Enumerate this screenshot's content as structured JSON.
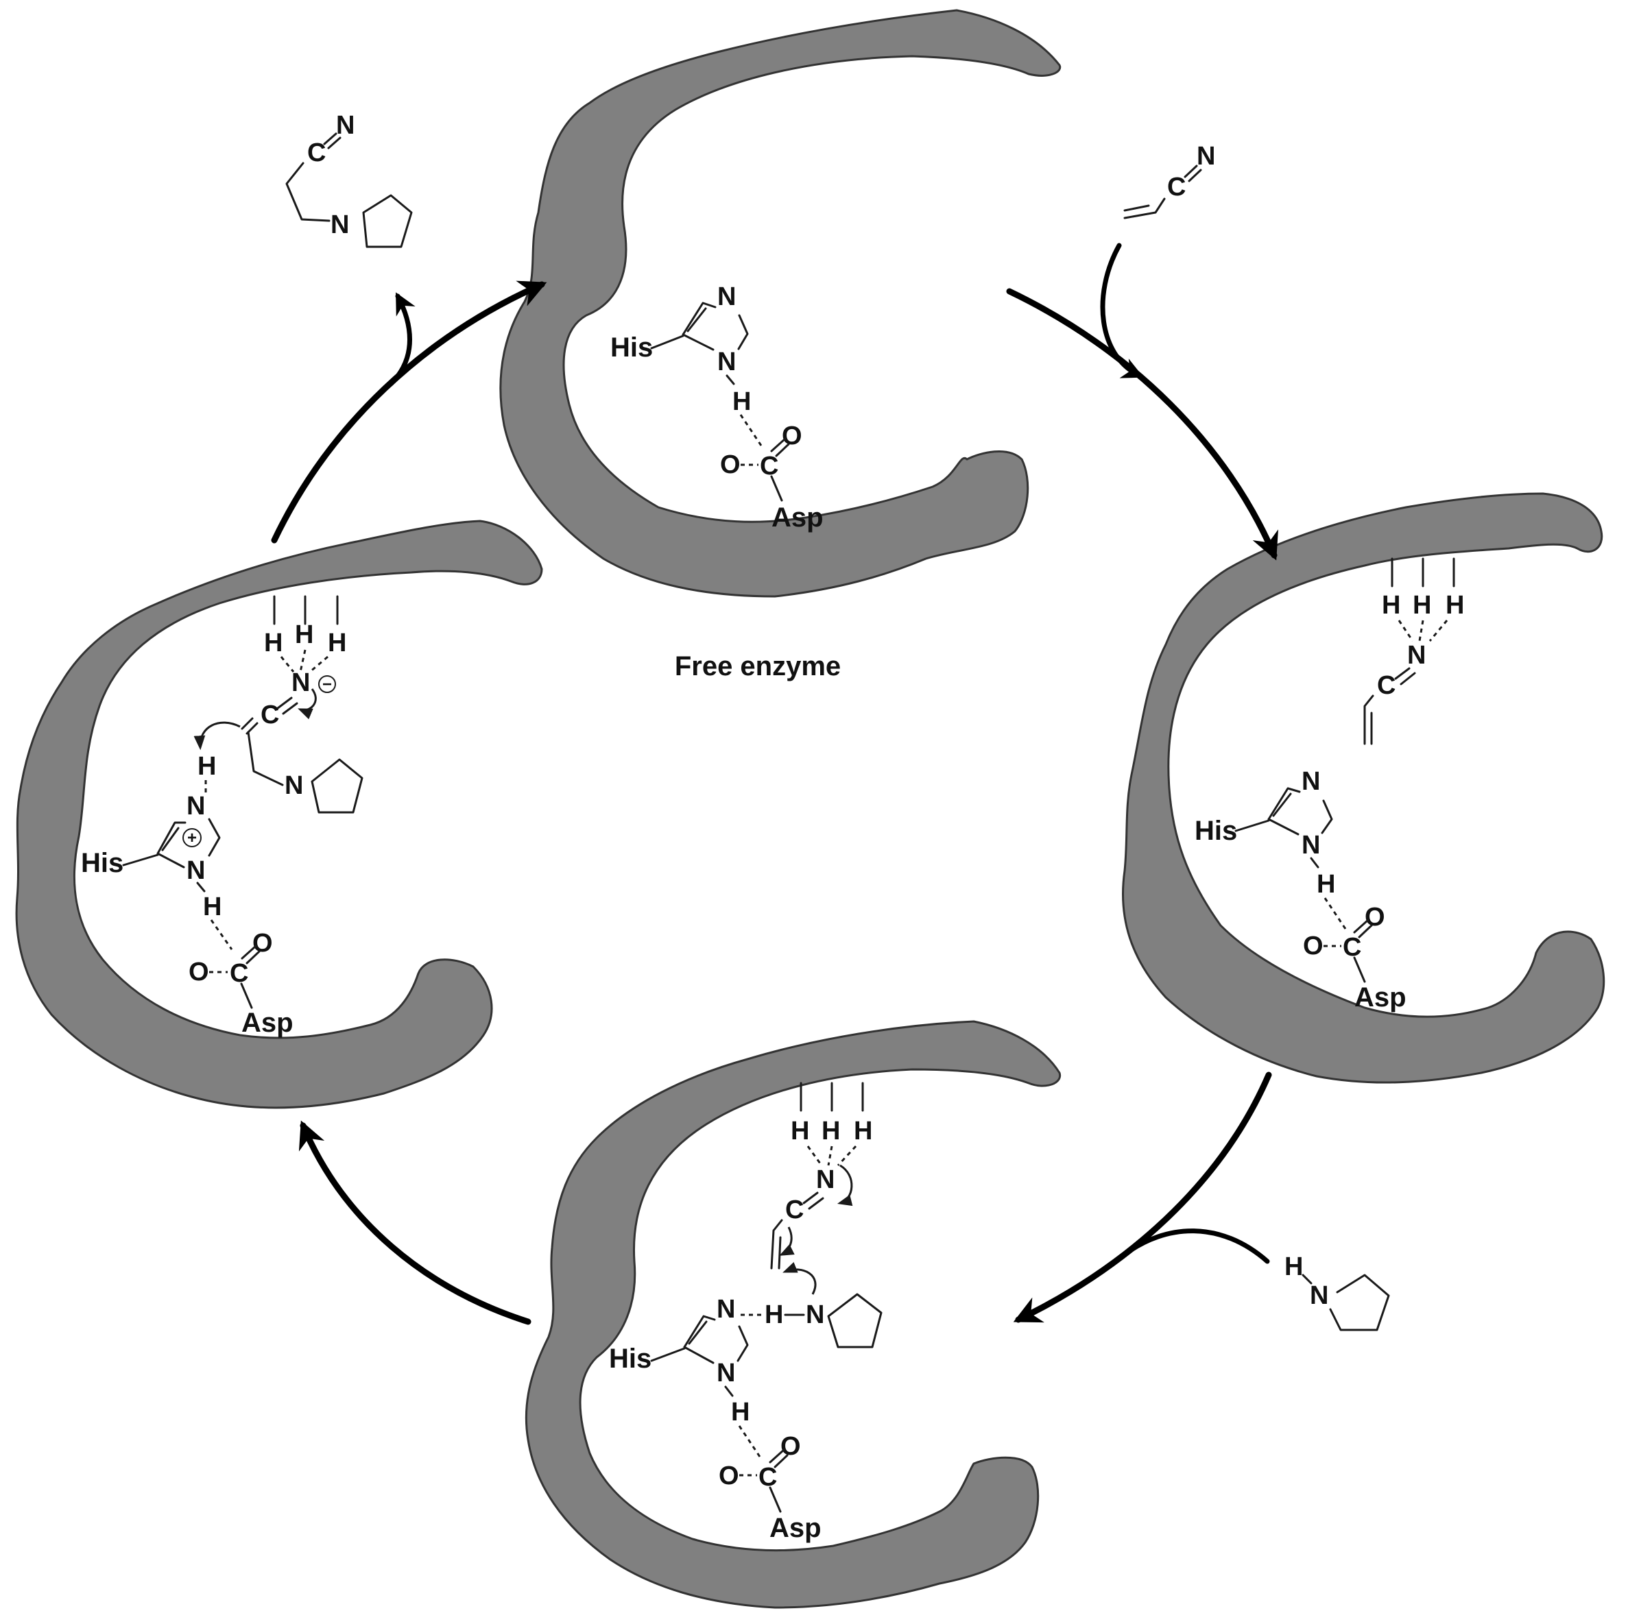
{
  "title": "Free enzyme",
  "colors": {
    "protein": "#808080",
    "outline": "#333333",
    "ink": "#111111"
  },
  "residues": {
    "his": "His",
    "asp": "Asp"
  },
  "atoms": {
    "N": "N",
    "H": "H",
    "C": "C",
    "O": "O"
  },
  "charges": {
    "minus": "−",
    "plus": "+"
  }
}
